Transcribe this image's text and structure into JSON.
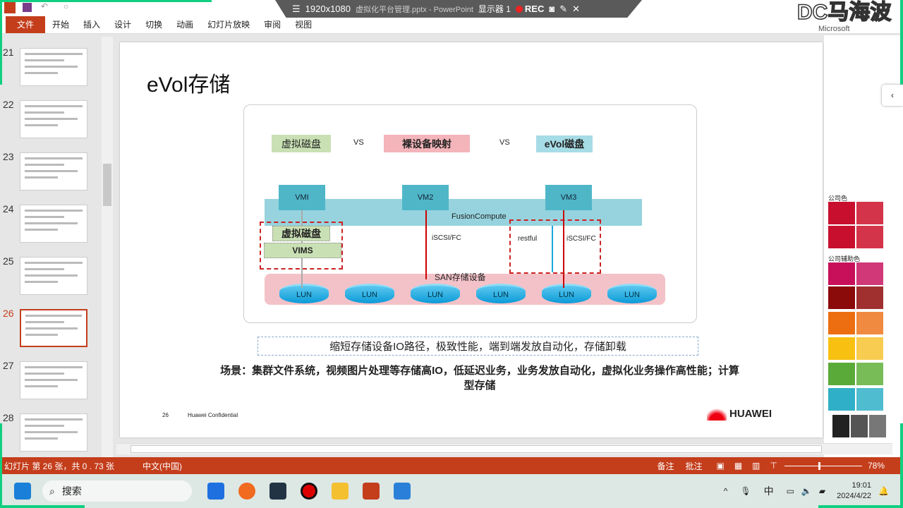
{
  "ribbon": {
    "tabs": [
      "文件",
      "开始",
      "插入",
      "设计",
      "切换",
      "动画",
      "幻灯片放映",
      "审阅",
      "视图"
    ]
  },
  "recorder": {
    "resolution": "1920x1080",
    "title": "虚拟化平台管理.pptx - PowerPoint",
    "display": "显示器 1",
    "rec": "REC"
  },
  "watermark": "DC马海波",
  "account": "Microsoft",
  "thumbnails": [
    {
      "n": "21"
    },
    {
      "n": "22"
    },
    {
      "n": "23"
    },
    {
      "n": "24"
    },
    {
      "n": "25"
    },
    {
      "n": "26",
      "selected": true
    },
    {
      "n": "27"
    },
    {
      "n": "28"
    }
  ],
  "slide": {
    "title": "eVol存储",
    "compare": [
      "虚拟磁盘",
      "VS",
      "裸设备映射",
      "VS",
      "eVol磁盘"
    ],
    "vms": [
      "VMI",
      "VM2",
      "VM3"
    ],
    "fusion": "FusionCompute",
    "vdisk": "虚拟磁盘",
    "vims": "VIMS",
    "iscsi1": "iSCSI/FC",
    "restful": "restful",
    "iscsi2": "iSCSI/FC",
    "san": "SAN存储设备",
    "luns": [
      "LUN",
      "LUN",
      "LUN",
      "LUN",
      "LUN",
      "LUN"
    ],
    "summary": "缩短存储设备IO路径，极致性能，端到端发放自动化，存储卸载",
    "scenario": "场景：集群文件系统，视频图片处理等存储高IO，低延迟业务，业务发放自动化，虚拟化业务操作高性能；计算型存储",
    "page": "26",
    "confidential": "Huawei Confidential",
    "logo": "HUAWEI"
  },
  "right_panel": {
    "company_colors": "公司色",
    "aux_colors": "公司辅助色",
    "swatches": [
      "#c8102e",
      "#d4344a",
      "#c8102e",
      "#d4344a",
      "#c8105a",
      "#d03878",
      "#8b0a0a",
      "#a03030",
      "#ec6e10",
      "#f08a40",
      "#f8c010",
      "#f8cc50",
      "#5aaa3a",
      "#78bc58",
      "#30b0c8",
      "#50bcd0",
      "#222222",
      "#555555",
      "#777777"
    ]
  },
  "status": {
    "slide_info": "幻灯片 第 26 张，共 0 . 73 张",
    "lang": "中文(中国)",
    "notes": "备注",
    "comments": "批注",
    "zoom": "78%"
  },
  "taskbar": {
    "search": "搜索",
    "time": "19:01",
    "date": "2024/4/22",
    "ime": "中"
  },
  "colors": {
    "accent": "#c43e1c",
    "vm": "#4fb6c8",
    "san": "#f3c2c8",
    "green": "#c9e0b4"
  }
}
